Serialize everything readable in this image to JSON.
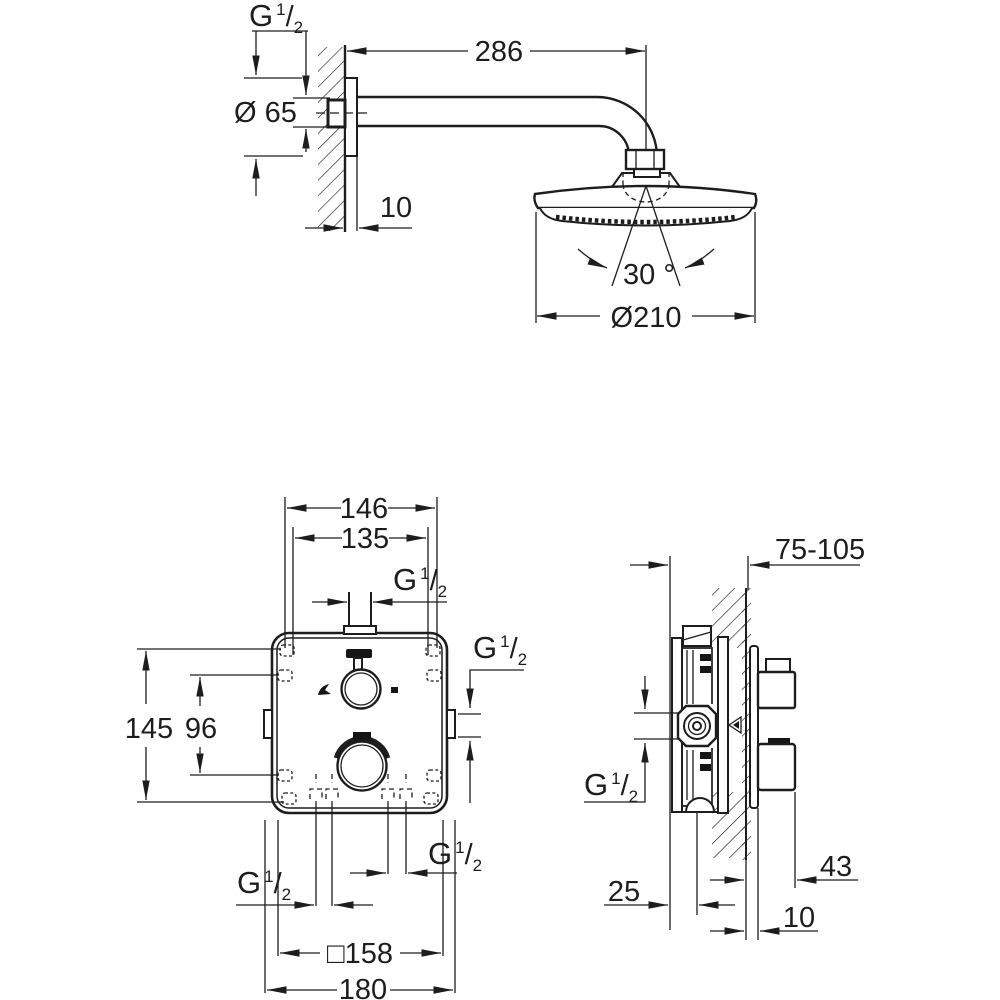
{
  "drawing": {
    "kind": "technical-dimension-drawing",
    "product": "concealed thermostatic shower set with overhead shower",
    "colors": {
      "line": "#1d1d1d",
      "background": "#ffffff"
    },
    "thread_label": {
      "prefix": "G",
      "numerator": "1",
      "slash": "/",
      "denominator": "2"
    },
    "top_view": {
      "arm_length": "286",
      "flange_diameter": "Ø 65",
      "flange_depth": "10",
      "swivel_angle": "30 °",
      "head_diameter": "Ø210"
    },
    "front_view": {
      "hole_spacing_outer_width": "146",
      "hole_spacing_inner_width": "135",
      "hole_spacing_outer_height": "145",
      "hole_spacing_inner_height": "96",
      "box_square_size": "□158",
      "overall_width": "180"
    },
    "side_view": {
      "install_depth_range": "75-105",
      "trim_projection": "43",
      "body_depth": "25",
      "finish_layer_thickness": "10"
    }
  }
}
